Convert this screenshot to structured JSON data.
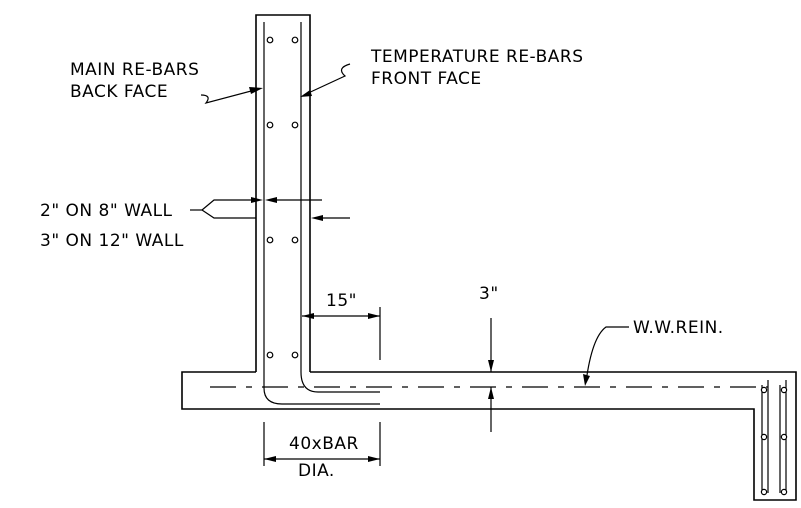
{
  "labels": {
    "main_rebars_line1": "MAIN RE-BARS",
    "main_rebars_line2": "BACK FACE",
    "temp_rebars_line1": "TEMPERATURE RE-BARS",
    "temp_rebars_line2": "FRONT FACE",
    "cover_line1": "2\" ON 8\" WALL",
    "cover_line2": "3\" ON 12\" WALL",
    "lap_dim": "15\"",
    "slab_dim": "3\"",
    "ww_rein": "W.W.REIN.",
    "dev_line1": "40xBAR",
    "dev_line2": "DIA."
  }
}
